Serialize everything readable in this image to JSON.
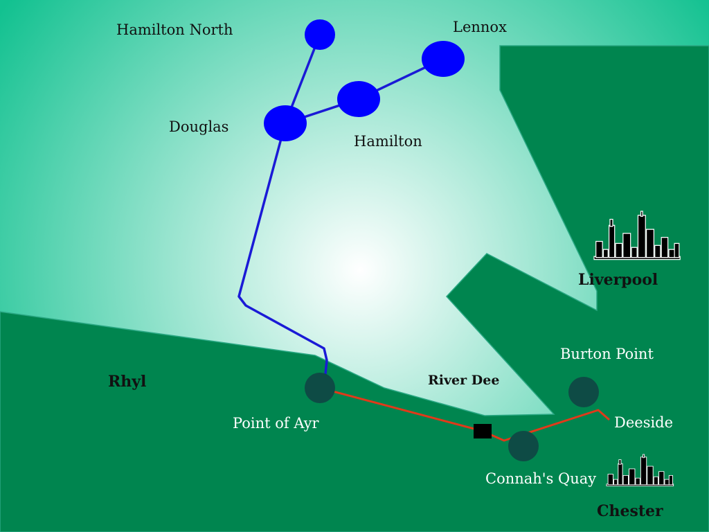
{
  "colors": {
    "sea_center": "#ffffff",
    "sea_edge": "#12c190",
    "land": "#00854f",
    "land_edge": "#2aa884",
    "gas_node": "#0000ff",
    "gas_pipe": "#1a1ad6",
    "land_node": "#0e4b45",
    "electric_line": "#e03a1a",
    "junction": "#000000",
    "skyline": "#000000"
  },
  "icons": [
    "city-skyline-icon"
  ],
  "fields": {
    "hamilton_north": "Hamilton North",
    "lennox": "Lennox",
    "douglas": "Douglas",
    "hamilton": "Hamilton"
  },
  "landfall": {
    "point_of_ayr": "Point of Ayr",
    "burton_point": "Burton Point",
    "deeside": "Deeside",
    "connahs_quay": "Connah's Quay"
  },
  "places": {
    "rhyl": "Rhyl",
    "river_dee": "River Dee",
    "liverpool": "Liverpool",
    "chester": "Chester"
  }
}
